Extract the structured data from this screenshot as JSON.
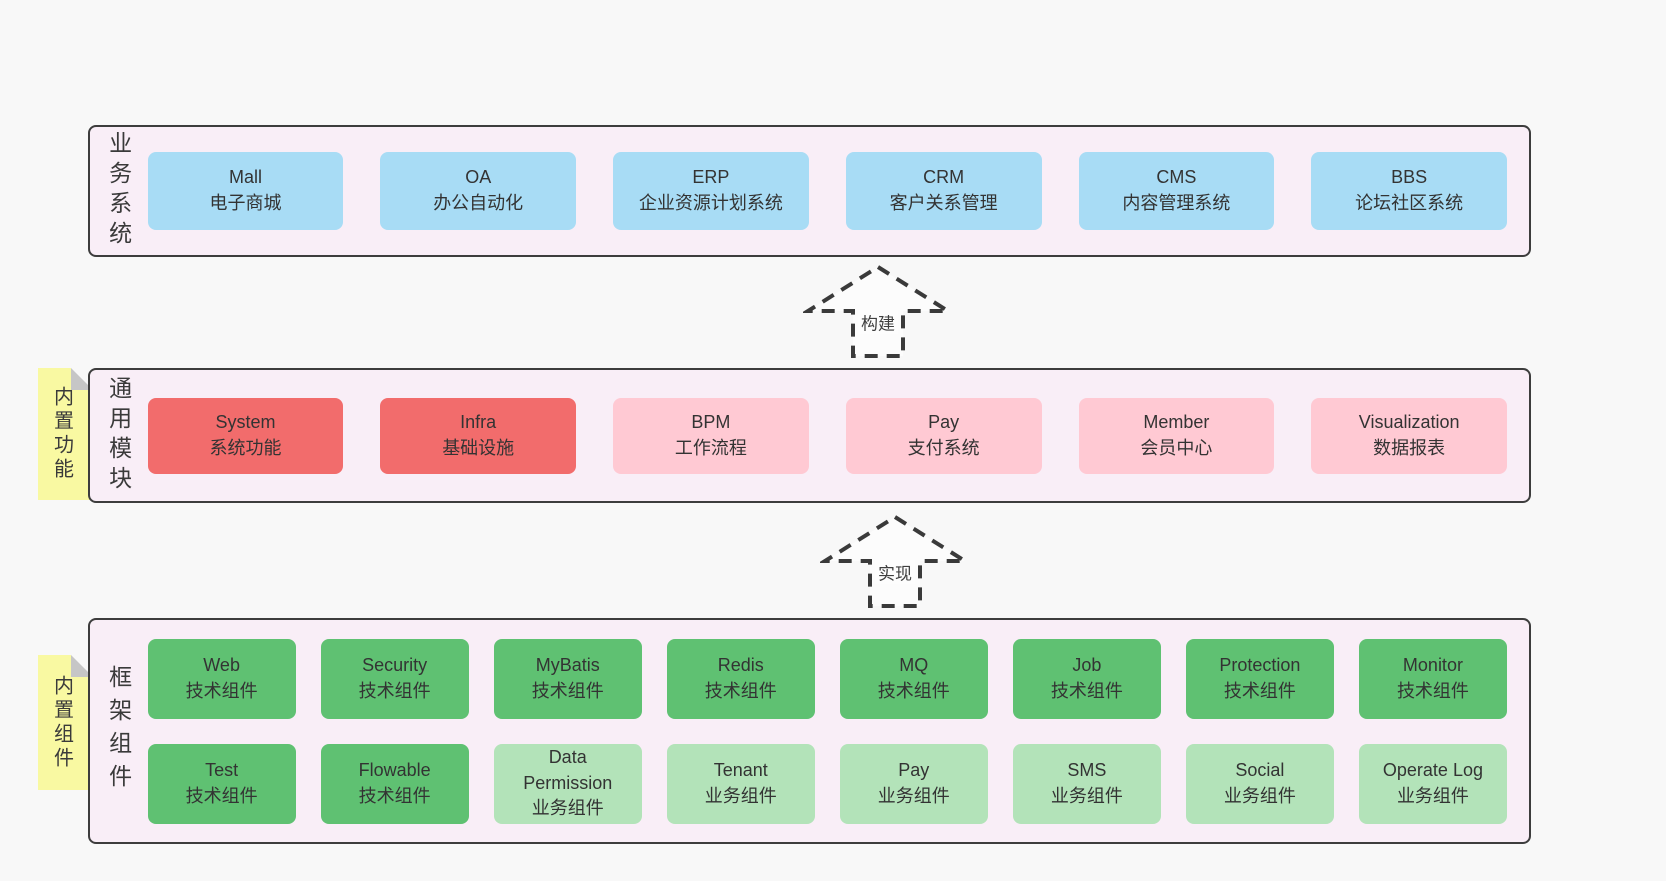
{
  "colors": {
    "page_bg": "#f8f8f8",
    "container_bg": "#f9eef7",
    "container_border": "#3d3d3d",
    "blue": "#a8dcf5",
    "red": "#f26c6c",
    "pink": "#ffc9d3",
    "green_dark": "#5fc172",
    "green_light": "#b3e3b9",
    "yellow": "#f9f9a2",
    "fold": "#c6c6c6"
  },
  "sections": {
    "business": {
      "label": "业务系统",
      "boxes": [
        {
          "name": "Mall",
          "desc": "电子商城",
          "type": "blue"
        },
        {
          "name": "OA",
          "desc": "办公自动化",
          "type": "blue"
        },
        {
          "name": "ERP",
          "desc": "企业资源计划系统",
          "type": "blue"
        },
        {
          "name": "CRM",
          "desc": "客户关系管理",
          "type": "blue"
        },
        {
          "name": "CMS",
          "desc": "内容管理系统",
          "type": "blue"
        },
        {
          "name": "BBS",
          "desc": "论坛社区系统",
          "type": "blue"
        }
      ]
    },
    "modules": {
      "label": "通用模块",
      "tag": "内置功能",
      "boxes": [
        {
          "name": "System",
          "desc": "系统功能",
          "type": "red"
        },
        {
          "name": "Infra",
          "desc": "基础设施",
          "type": "red"
        },
        {
          "name": "BPM",
          "desc": "工作流程",
          "type": "pink"
        },
        {
          "name": "Pay",
          "desc": "支付系统",
          "type": "pink"
        },
        {
          "name": "Member",
          "desc": "会员中心",
          "type": "pink"
        },
        {
          "name": "Visualization",
          "desc": "数据报表",
          "type": "pink"
        }
      ]
    },
    "framework": {
      "label": "框架组件",
      "tag": "内置组件",
      "rows": [
        [
          {
            "name": "Web",
            "desc": "技术组件",
            "type": "green_dark"
          },
          {
            "name": "Security",
            "desc": "技术组件",
            "type": "green_dark"
          },
          {
            "name": "MyBatis",
            "desc": "技术组件",
            "type": "green_dark"
          },
          {
            "name": "Redis",
            "desc": "技术组件",
            "type": "green_dark"
          },
          {
            "name": "MQ",
            "desc": "技术组件",
            "type": "green_dark"
          },
          {
            "name": "Job",
            "desc": "技术组件",
            "type": "green_dark"
          },
          {
            "name": "Protection",
            "desc": "技术组件",
            "type": "green_dark"
          },
          {
            "name": "Monitor",
            "desc": "技术组件",
            "type": "green_dark"
          }
        ],
        [
          {
            "name": "Test",
            "desc": "技术组件",
            "type": "green_dark"
          },
          {
            "name": "Flowable",
            "desc": "技术组件",
            "type": "green_dark"
          },
          {
            "name": "Data Permission",
            "desc": "业务组件",
            "type": "green_light"
          },
          {
            "name": "Tenant",
            "desc": "业务组件",
            "type": "green_light"
          },
          {
            "name": "Pay",
            "desc": "业务组件",
            "type": "green_light"
          },
          {
            "name": "SMS",
            "desc": "业务组件",
            "type": "green_light"
          },
          {
            "name": "Social",
            "desc": "业务组件",
            "type": "green_light"
          },
          {
            "name": "Operate Log",
            "desc": "业务组件",
            "type": "green_light"
          }
        ]
      ]
    }
  },
  "arrows": [
    {
      "label": "构建"
    },
    {
      "label": "实现"
    }
  ]
}
